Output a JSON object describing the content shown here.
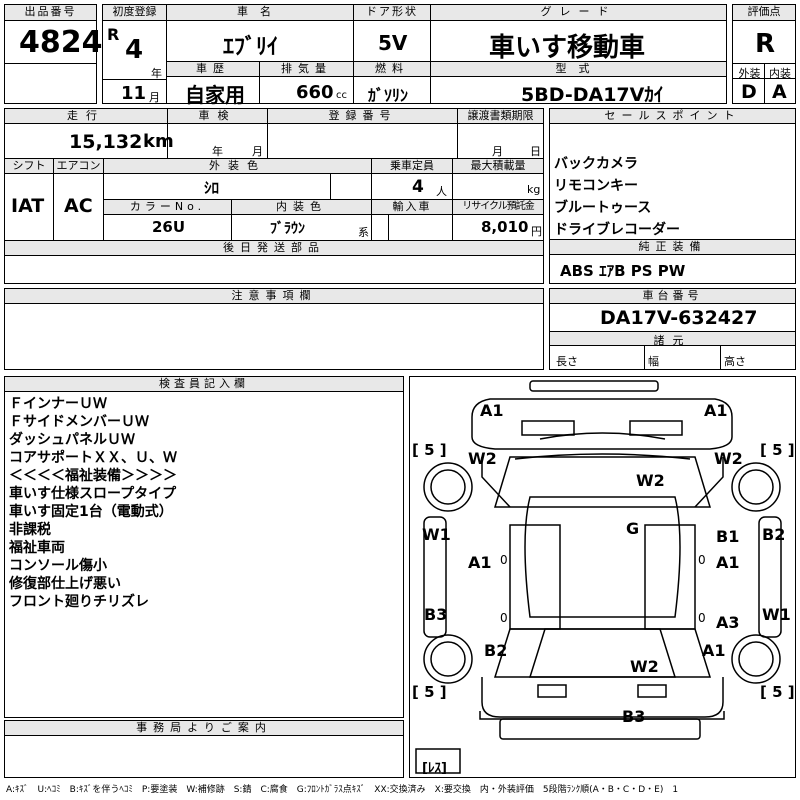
{
  "lot": {
    "label": "出品番号",
    "value": "4824"
  },
  "first_reg": {
    "label": "初度登録",
    "era": "R",
    "year": "4",
    "year_unit": "年",
    "month": "11",
    "month_unit": "月"
  },
  "car_name": {
    "label": "車名",
    "value": "ｴﾌﾞﾘｲ"
  },
  "history": {
    "label": "車歴",
    "value": "自家用"
  },
  "displacement": {
    "label": "排気量",
    "value": "660",
    "unit": "cc"
  },
  "doors": {
    "label": "ドア形状",
    "value": "5V"
  },
  "fuel": {
    "label": "燃料",
    "value": "ｶﾞｿﾘﾝ"
  },
  "grade": {
    "label": "グレード",
    "value": "車いす移動車"
  },
  "model": {
    "label": "型式",
    "value": "5BD-DA17Vｶｲ"
  },
  "score": {
    "label": "評価点",
    "value": "R",
    "ext_label": "外装",
    "int_label": "内装",
    "ext": "D",
    "int": "A"
  },
  "mileage": {
    "label": "走行",
    "value": "15,132",
    "unit": "km"
  },
  "inspection": {
    "label": "車検",
    "year_unit": "年",
    "month_unit": "月"
  },
  "reg_no": {
    "label": "登録番号"
  },
  "transfer": {
    "label": "譲渡書類期限",
    "month_unit": "月",
    "day_unit": "日"
  },
  "shift": {
    "label": "シフト",
    "value": "IAT"
  },
  "ac": {
    "label": "エアコン",
    "value": "AC"
  },
  "ext_color": {
    "label": "外装色",
    "value": "ｼﾛ"
  },
  "capacity": {
    "label": "乗車定員",
    "value": "4",
    "unit": "人"
  },
  "max_load": {
    "label": "最大積載量",
    "unit": "kg"
  },
  "color_no": {
    "label": "カラーNo.",
    "value": "26U"
  },
  "int_color": {
    "label": "内装色",
    "value": "ﾌﾞﾗｳﾝ",
    "suffix": "系"
  },
  "import": {
    "label": "輸入車"
  },
  "recycle": {
    "label": "リサイクル預託金",
    "value": "8,010",
    "unit": "円"
  },
  "later_parts": {
    "label": "後日発送部品"
  },
  "sales_points": {
    "label": "セールスポイント",
    "items": [
      "バックカメラ",
      "リモコンキー",
      "ブルートゥース",
      "ドライブレコーダー"
    ]
  },
  "equipment": {
    "label": "純正装備",
    "value": "ABS ｴｱB PS PW"
  },
  "notes": {
    "label": "注意事項欄"
  },
  "chassis": {
    "label": "車台番号",
    "value": "DA17V-632427"
  },
  "specs": {
    "label": "諸元",
    "length": "長さ",
    "width": "幅",
    "height": "高さ"
  },
  "inspector": {
    "label": "検査員記入欄",
    "lines": [
      "ＦインナーＵＷ",
      "ＦサイドメンバーＵＷ",
      "ダッシュパネルＵＷ",
      "コアサポートＸＸ、Ｕ、Ｗ",
      "＜＜＜＜福祉装備＞＞＞＞",
      "車いす仕様スロープタイプ",
      "車いす固定1台（電動式）",
      "非課税",
      "福祉車両",
      "コンソール傷小",
      "修復部仕上げ悪い",
      "フロント廻りチリズレ"
    ]
  },
  "office": {
    "label": "事務局よりご案内"
  },
  "diagram": {
    "labels": [
      "A1",
      "A1",
      "W2",
      "W2",
      "W2",
      "G",
      "W1",
      "A1",
      "B1",
      "B2",
      "A1",
      "B3",
      "A3",
      "W1",
      "B2",
      "A1",
      "W2",
      "B3"
    ],
    "tires": [
      "[ 5 ]",
      "[ 5 ]",
      "[ 5 ]",
      "[ 5 ]"
    ],
    "spare": "[ﾚｽ]",
    "marks": [
      "0",
      "0",
      "0",
      "0"
    ]
  },
  "legend": "A:ｷｽﾞ　U:ﾍｺﾐ　B:ｷｽﾞを伴うﾍｺﾐ　P:要塗装　W:補修跡　S:錆　C:腐食　G:ﾌﾛﾝﾄｶﾞﾗｽ点ｷｽﾞ　XX:交換済み　X:要交換　内・外装評価　5段階ﾗﾝｸ順(A・B・C・D・E)　1"
}
